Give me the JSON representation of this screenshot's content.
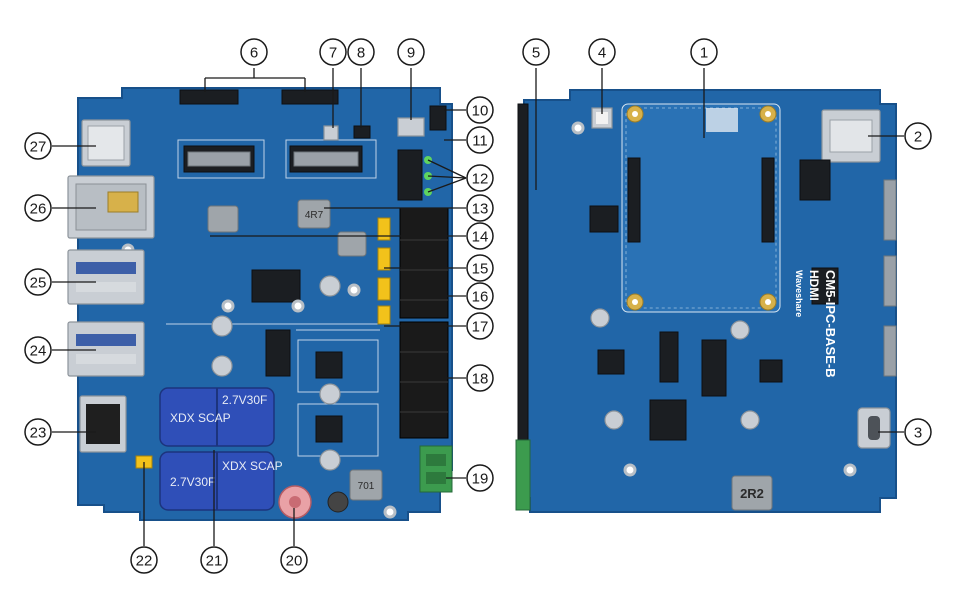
{
  "board_text": {
    "brand": "Waveshare",
    "interface": "HDMI",
    "model": "CM5-IPC-BASE-B",
    "inductor_front": "701",
    "inductor_back": "2R2",
    "inductor_small": "4R7"
  },
  "capacitor_labels": {
    "line1": "2.7V30F",
    "line2": "XDX SCAP",
    "line3": "2.7V30F",
    "line4": "XDX SCAP"
  },
  "callouts": [
    {
      "id": "callout-1",
      "num": "1"
    },
    {
      "id": "callout-2",
      "num": "2"
    },
    {
      "id": "callout-3",
      "num": "3"
    },
    {
      "id": "callout-4",
      "num": "4"
    },
    {
      "id": "callout-5",
      "num": "5"
    },
    {
      "id": "callout-6",
      "num": "6"
    },
    {
      "id": "callout-7",
      "num": "7"
    },
    {
      "id": "callout-8",
      "num": "8"
    },
    {
      "id": "callout-9",
      "num": "9"
    },
    {
      "id": "callout-10",
      "num": "10"
    },
    {
      "id": "callout-11",
      "num": "11"
    },
    {
      "id": "callout-12",
      "num": "12"
    },
    {
      "id": "callout-13",
      "num": "13"
    },
    {
      "id": "callout-14",
      "num": "14"
    },
    {
      "id": "callout-15",
      "num": "15"
    },
    {
      "id": "callout-16",
      "num": "16"
    },
    {
      "id": "callout-17",
      "num": "17"
    },
    {
      "id": "callout-18",
      "num": "18"
    },
    {
      "id": "callout-19",
      "num": "19"
    },
    {
      "id": "callout-20",
      "num": "20"
    },
    {
      "id": "callout-21",
      "num": "21"
    },
    {
      "id": "callout-22",
      "num": "22"
    },
    {
      "id": "callout-23",
      "num": "23"
    },
    {
      "id": "callout-24",
      "num": "24"
    },
    {
      "id": "callout-25",
      "num": "25"
    },
    {
      "id": "callout-26",
      "num": "26"
    },
    {
      "id": "callout-27",
      "num": "27"
    }
  ],
  "colors": {
    "pcb": "#2166a8",
    "pcb_outline": "#17508a",
    "capacitor": "#2f4fb8",
    "terminal_green": "#3c9b4e",
    "jumper_yellow": "#f2c21b"
  }
}
